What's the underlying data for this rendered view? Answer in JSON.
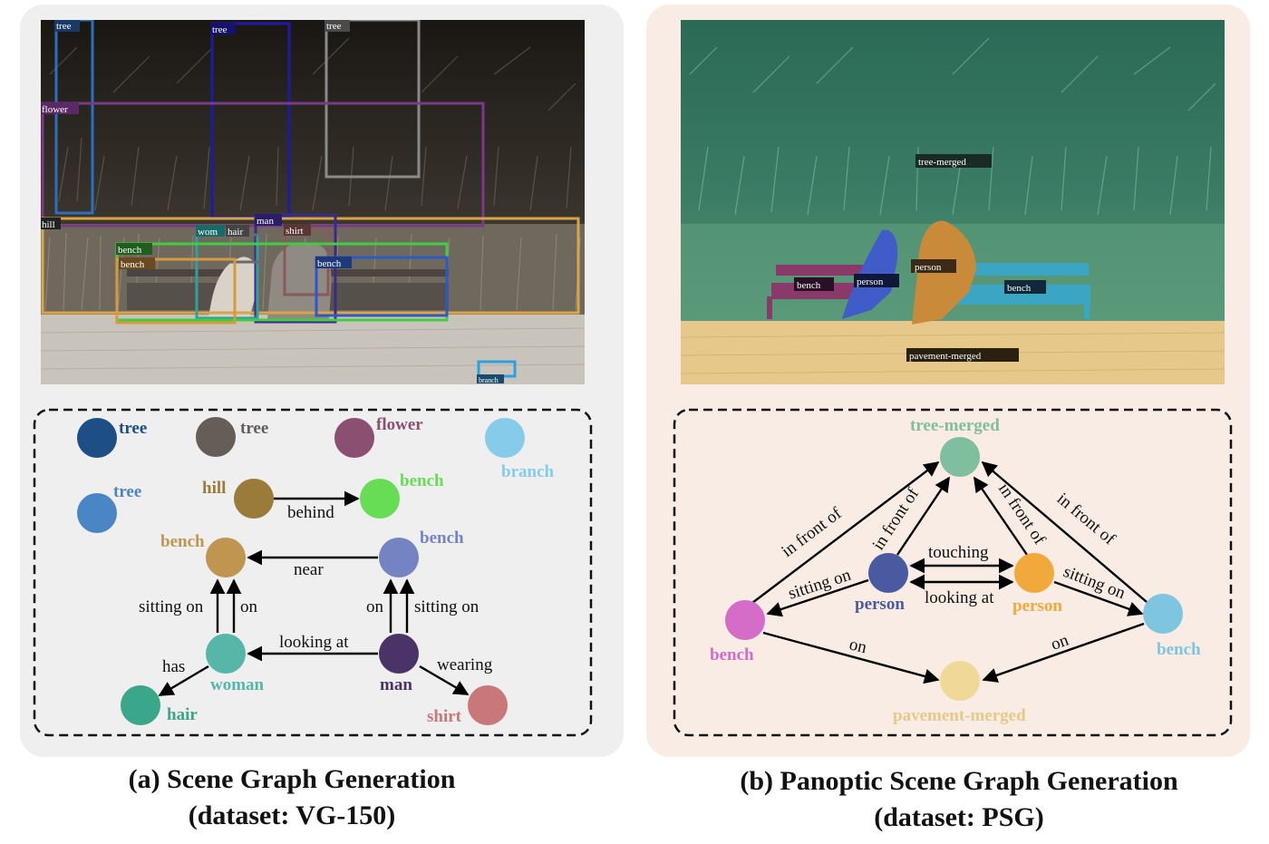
{
  "colors": {
    "panel_a_bg": "#efefef",
    "panel_b_bg": "#f8ece4",
    "tree_dark": "#1d4e86",
    "tree_gray": "#645d58",
    "flower": "#8b4f71",
    "branch": "#86ccea",
    "tree_mid": "#4a86c4",
    "hill": "#9a7b3a",
    "bench_green": "#66dd55",
    "bench_tan": "#bf9550",
    "bench_slate": "#7483c2",
    "woman": "#56b6a8",
    "man": "#4a3366",
    "hair": "#3aa68a",
    "shirt": "#c87878",
    "tree_merged": "#7fbf9f",
    "person_blue": "#4a5aa0",
    "person_orange": "#f2a93b",
    "bench_pink": "#d56cc7",
    "bench_cyan": "#7ec5df",
    "pavement": "#f0d998"
  },
  "photo_a": {
    "boxes": [
      {
        "label": "tree"
      },
      {
        "label": "tree"
      },
      {
        "label": "tree"
      },
      {
        "label": "flower"
      },
      {
        "label": "hill"
      },
      {
        "label": "man"
      },
      {
        "label": "wom"
      },
      {
        "label": "hair"
      },
      {
        "label": "shirt"
      },
      {
        "label": "bench"
      },
      {
        "label": "bench"
      },
      {
        "label": "bench"
      },
      {
        "label": "branch"
      }
    ]
  },
  "photo_b": {
    "labels": [
      "tree-merged",
      "person",
      "bench",
      "person",
      "bench",
      "pavement-merged"
    ]
  },
  "graph_a": {
    "nodes": [
      {
        "label": "tree"
      },
      {
        "label": "tree"
      },
      {
        "label": "flower"
      },
      {
        "label": "branch"
      },
      {
        "label": "tree"
      },
      {
        "label": "hill"
      },
      {
        "label": "bench"
      },
      {
        "label": "bench"
      },
      {
        "label": "bench"
      },
      {
        "label": "woman"
      },
      {
        "label": "man"
      },
      {
        "label": "hair"
      },
      {
        "label": "shirt"
      }
    ],
    "edges": [
      {
        "label": "behind"
      },
      {
        "label": "near"
      },
      {
        "label": "sitting on"
      },
      {
        "label": "on"
      },
      {
        "label": "on"
      },
      {
        "label": "sitting on"
      },
      {
        "label": "looking at"
      },
      {
        "label": "has"
      },
      {
        "label": "wearing"
      }
    ]
  },
  "graph_b": {
    "nodes": [
      {
        "label": "tree-merged"
      },
      {
        "label": "person"
      },
      {
        "label": "person"
      },
      {
        "label": "bench"
      },
      {
        "label": "bench"
      },
      {
        "label": "pavement-merged"
      }
    ],
    "edges": [
      {
        "label": "in front of"
      },
      {
        "label": "in front of"
      },
      {
        "label": "in front of"
      },
      {
        "label": "in front of"
      },
      {
        "label": "touching"
      },
      {
        "label": "looking at"
      },
      {
        "label": "sitting on"
      },
      {
        "label": "sitting on"
      },
      {
        "label": "on"
      },
      {
        "label": "on"
      }
    ]
  },
  "captions": {
    "a_line1": "(a) Scene Graph Generation",
    "a_line2": "(dataset: VG-150)",
    "b_line1": "(b) Panoptic Scene Graph Generation",
    "b_line2": "(dataset: PSG)"
  }
}
